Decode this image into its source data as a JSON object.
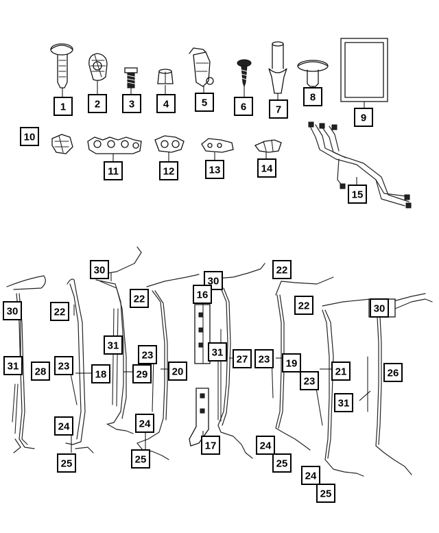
{
  "diagram": {
    "callouts_top": [
      "1",
      "2",
      "3",
      "4",
      "5",
      "6",
      "7",
      "8",
      "9",
      "10",
      "11",
      "12",
      "13",
      "14",
      "15"
    ],
    "callouts_bottom": {
      "c30a": "30",
      "c22a": "22",
      "c31a": "31",
      "c28": "28",
      "c23a": "23",
      "c18": "18",
      "c24a": "24",
      "c25a": "25",
      "c30b": "30",
      "c31b": "31",
      "c29": "29",
      "c22b": "22",
      "c23b": "23",
      "c20": "20",
      "c24b": "24",
      "c25b": "25",
      "c30c": "30",
      "c16": "16",
      "c31c": "31",
      "c27": "27",
      "c17": "17",
      "c22c": "22",
      "c23c": "23",
      "c19": "19",
      "c24c": "24",
      "c25c": "25",
      "c22d": "22",
      "c30d": "30",
      "c23d": "23",
      "c21": "21",
      "c26": "26",
      "c31d": "31",
      "c24d": "24",
      "c25d": "25"
    }
  }
}
